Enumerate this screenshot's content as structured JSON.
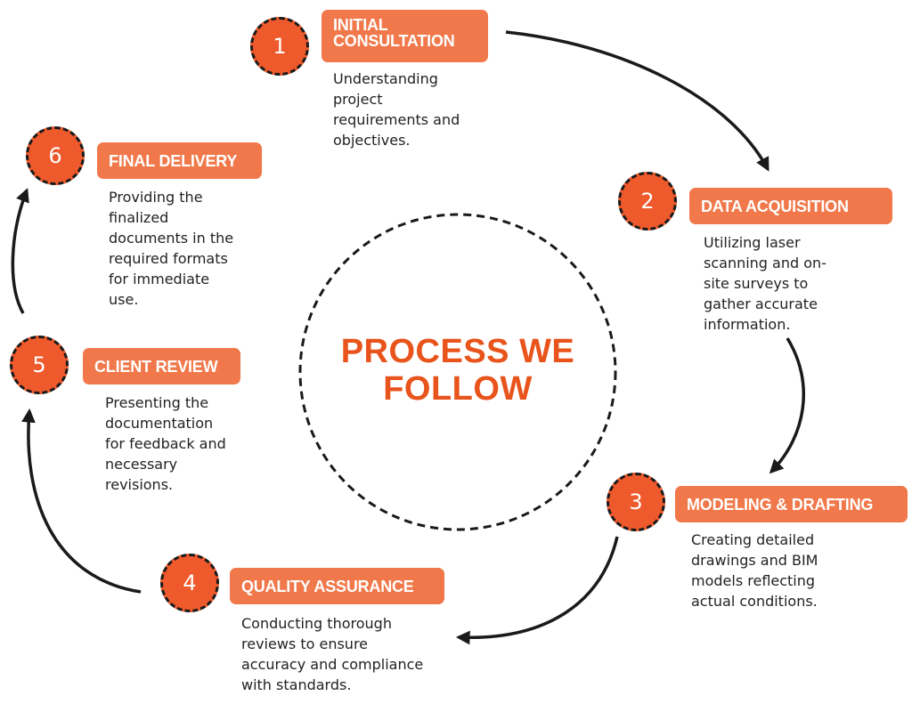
{
  "title": "PROCESS WE\nFOLLOW",
  "colors": {
    "accent": "#e8541b",
    "circle_fill": "#ef5a2c",
    "label_fill": "#f0784a",
    "ink": "#1a1a1a"
  },
  "steps": [
    {
      "number": "1",
      "label": "INITIAL\nCONSULTATION",
      "description": "Understanding\nproject\nrequirements and\nobjectives."
    },
    {
      "number": "2",
      "label": "DATA ACQUISITION",
      "description": "Utilizing laser\nscanning and on-\nsite surveys to\ngather accurate\ninformation."
    },
    {
      "number": "3",
      "label": "MODELING & DRAFTING",
      "description": "Creating detailed\ndrawings and BIM\nmodels reflecting\nactual conditions."
    },
    {
      "number": "4",
      "label": "QUALITY ASSURANCE",
      "description": "Conducting thorough\nreviews to ensure\naccuracy and compliance\nwith standards."
    },
    {
      "number": "5",
      "label": "CLIENT REVIEW",
      "description": "Presenting the\ndocumentation\nfor feedback and\nnecessary\nrevisions."
    },
    {
      "number": "6",
      "label": "FINAL DELIVERY",
      "description": "Providing the\nfinalized\ndocuments in the\nrequired formats\nfor immediate\nuse."
    }
  ]
}
